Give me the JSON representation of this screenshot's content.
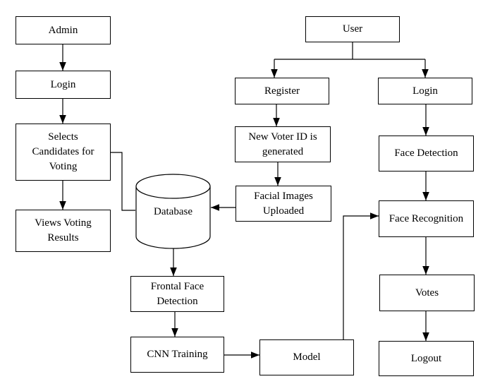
{
  "diagram": {
    "type": "flowchart",
    "colors": {
      "stroke": "#000000",
      "node_fill": "#ffffff",
      "text": "#000000",
      "background": "#ffffff"
    },
    "nodes": {
      "admin": {
        "label": "Admin"
      },
      "admin_login": {
        "label": "Login"
      },
      "selects_candidates": {
        "label": "Selects\nCandidates for\nVoting"
      },
      "views_results": {
        "label": "Views Voting\nResults"
      },
      "user": {
        "label": "User"
      },
      "register": {
        "label": "Register"
      },
      "new_voter_id": {
        "label": "New Voter ID is\ngenerated"
      },
      "facial_images": {
        "label": "Facial Images\nUploaded"
      },
      "user_login": {
        "label": "Login"
      },
      "face_detection": {
        "label": "Face Detection"
      },
      "face_recognition": {
        "label": "Face Recognition"
      },
      "votes": {
        "label": "Votes"
      },
      "logout": {
        "label": "Logout"
      },
      "database": {
        "label": "Database"
      },
      "frontal_face_detection": {
        "label": "Frontal Face\nDetection"
      },
      "cnn_training": {
        "label": "CNN Training"
      },
      "model": {
        "label": "Model"
      }
    },
    "edges": [
      {
        "from": "admin",
        "to": "admin_login",
        "arrow": true
      },
      {
        "from": "admin_login",
        "to": "selects_candidates",
        "arrow": true
      },
      {
        "from": "selects_candidates",
        "to": "views_results",
        "arrow": true
      },
      {
        "from": "selects_candidates",
        "to": "database",
        "arrow": false
      },
      {
        "from": "user",
        "to": "register",
        "arrow": true
      },
      {
        "from": "user",
        "to": "user_login",
        "arrow": true
      },
      {
        "from": "register",
        "to": "new_voter_id",
        "arrow": true
      },
      {
        "from": "new_voter_id",
        "to": "facial_images",
        "arrow": true
      },
      {
        "from": "facial_images",
        "to": "database",
        "arrow": true
      },
      {
        "from": "user_login",
        "to": "face_detection",
        "arrow": true
      },
      {
        "from": "face_detection",
        "to": "face_recognition",
        "arrow": true
      },
      {
        "from": "face_recognition",
        "to": "votes",
        "arrow": true
      },
      {
        "from": "votes",
        "to": "logout",
        "arrow": true
      },
      {
        "from": "database",
        "to": "frontal_face_detection",
        "arrow": true
      },
      {
        "from": "frontal_face_detection",
        "to": "cnn_training",
        "arrow": true
      },
      {
        "from": "cnn_training",
        "to": "model",
        "arrow": true
      },
      {
        "from": "model",
        "to": "face_recognition",
        "arrow": true
      }
    ]
  }
}
